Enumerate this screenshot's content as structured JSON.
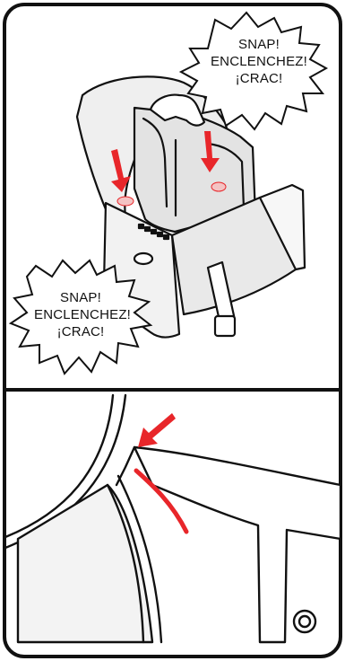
{
  "top_panel": {
    "callout": {
      "line1": "SNAP!",
      "line2": "ENCLENCHEZ!",
      "line3": "¡CRAC!"
    }
  },
  "bottom_callout": {
    "line1": "SNAP!",
    "line2": "ENCLENCHEZ!",
    "line3": "¡CRAC!"
  },
  "colors": {
    "outline": "#111111",
    "arrow": "#e8262a",
    "seat_shade": "#e6e6e6",
    "pad_shade": "#d9d9d9",
    "background": "#ffffff"
  }
}
